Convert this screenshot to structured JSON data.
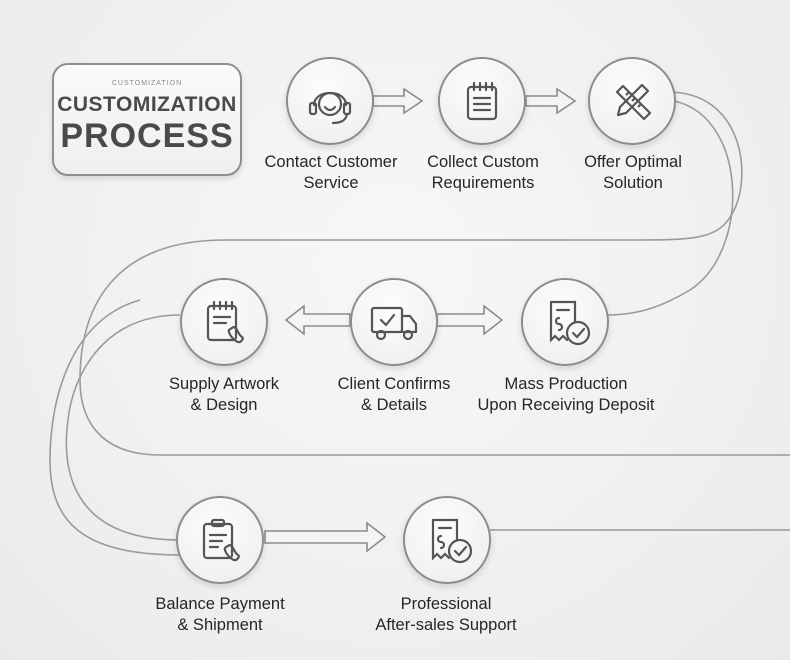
{
  "title": {
    "small": "CUSTOMIZATION",
    "line1": "CUSTOMIZATION",
    "line2": "PROCESS"
  },
  "steps": [
    {
      "line1": "Contact Customer",
      "line2": "Service",
      "icon": "headset-icon"
    },
    {
      "line1": "Collect Custom",
      "line2": "Requirements",
      "icon": "notepad-icon"
    },
    {
      "line1": "Offer Optimal",
      "line2": "Solution",
      "icon": "ruler-pencil-icon"
    },
    {
      "line1": "Mass Production",
      "line2": "Upon Receiving Deposit",
      "icon": "receipt-check-icon"
    },
    {
      "line1": "Client Confirms",
      "line2": "& Details",
      "icon": "delivery-truck-icon"
    },
    {
      "line1": "Supply Artwork",
      "line2": "& Design",
      "icon": "clipboard-phone-icon"
    },
    {
      "line1": "Balance Payment",
      "line2": "& Shipment",
      "icon": "clipboard-phone-icon"
    },
    {
      "line1": "Professional",
      "line2": "After-sales Support",
      "icon": "receipt-check-icon"
    }
  ]
}
